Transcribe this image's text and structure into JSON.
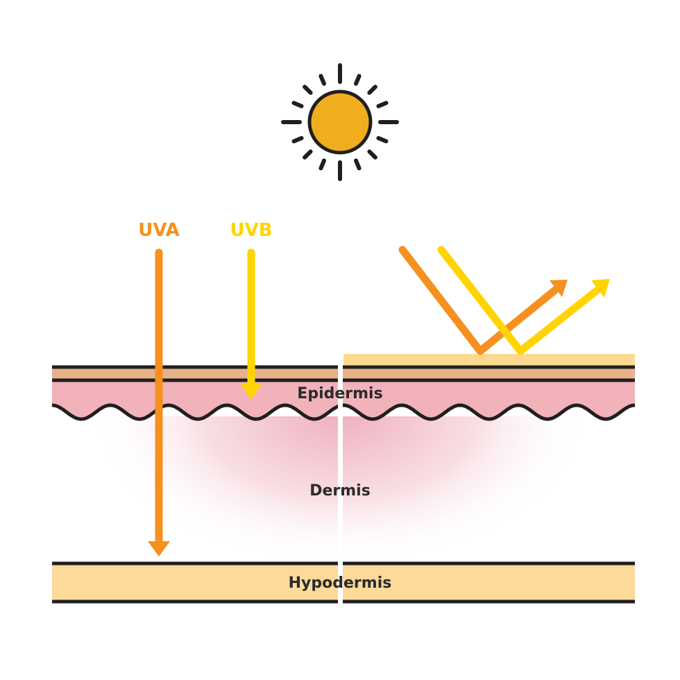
{
  "labels": {
    "uva": "UVA",
    "uvb": "UVB",
    "epidermis": "Epidermis",
    "dermis": "Dermis",
    "hypodermis": "Hypodermis"
  },
  "colors": {
    "sun_fill": "#F0AD1E",
    "outline": "#1f1f1f",
    "uva": "#F6901E",
    "uvb": "#FFD400",
    "epidermis": "#F2B2BA",
    "skin_top": "#E9B18A",
    "protective_layer": "#FDD98F",
    "hypodermis": "#FDD99A",
    "dermis_glow": "#EDA3B3",
    "divider": "#ffffff"
  },
  "icons": {
    "sun": "sun-icon"
  }
}
